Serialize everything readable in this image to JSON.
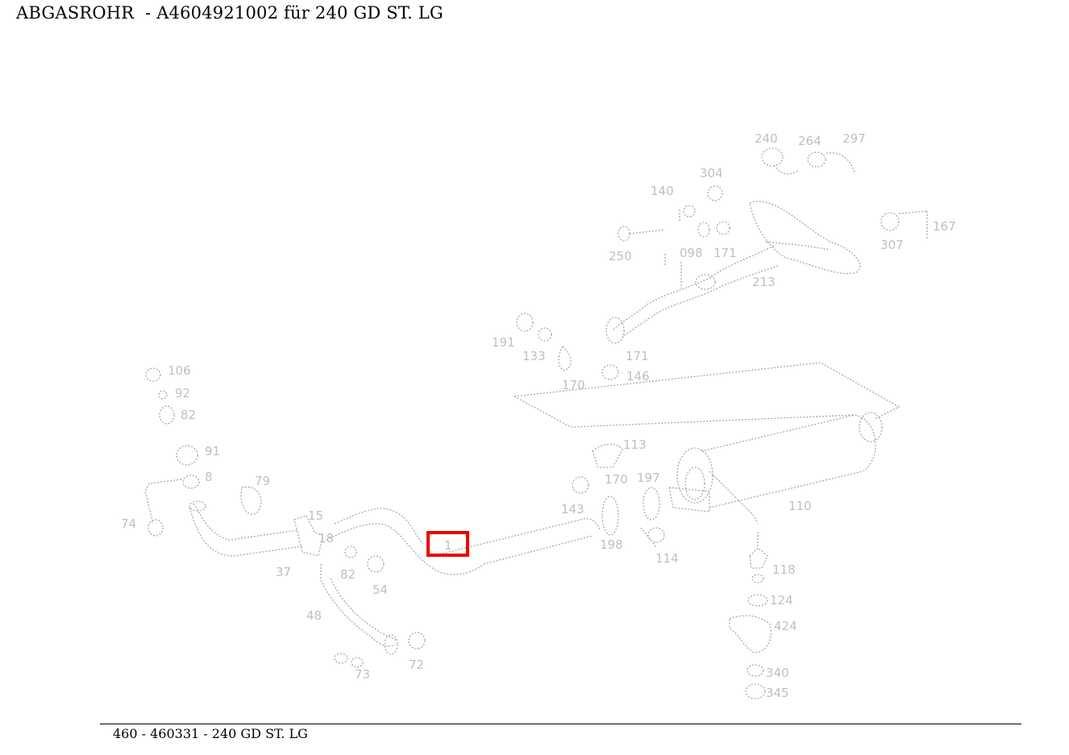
{
  "header": {
    "title": "ABGASROHR  - A4604921002 für 240 GD ST. LG"
  },
  "footer": {
    "text": "460 - 460331 - 240 GD ST. LG"
  },
  "diagram": {
    "highlight_color": "#ee0000",
    "callouts": [
      "240",
      "264",
      "297",
      "304",
      "140",
      "250",
      "098",
      "171",
      "213",
      "307",
      "167",
      "191",
      "133",
      "170",
      "171",
      "146",
      "106",
      "92",
      "82",
      "91",
      "8",
      "79",
      "74",
      "15",
      "18",
      "37",
      "82",
      "54",
      "48",
      "73",
      "72",
      "143",
      "170",
      "197",
      "198",
      "114",
      "113",
      "110",
      "118",
      "124",
      "424",
      "340",
      "345",
      "1"
    ],
    "highlighted_callout": "1"
  }
}
